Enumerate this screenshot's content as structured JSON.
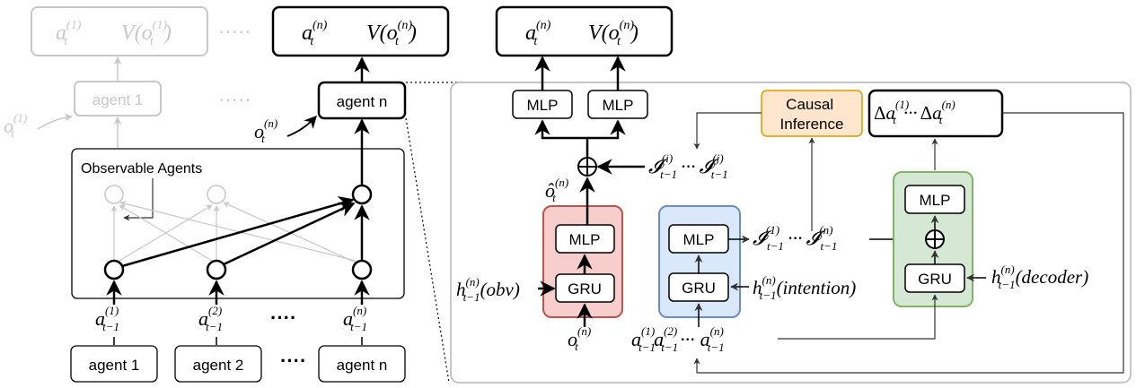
{
  "colors": {
    "stroke": "#000000",
    "faded": "#c8c8c8",
    "panel_border": "#b3b3b3",
    "red_fill": "#f8cecc",
    "red_stroke": "#b85450",
    "blue_fill": "#dae8fc",
    "blue_stroke": "#6c8ebf",
    "green_fill": "#d5e8d4",
    "green_stroke": "#82b366",
    "orange_fill": "#ffe6cc",
    "orange_stroke": "#d79b00"
  },
  "left": {
    "faded_output": {
      "action": "a",
      "action_sup": "(1)",
      "action_sub": "t",
      "value": "V(o",
      "value_sup": "(1)",
      "value_sub": "t",
      "value_close": ")"
    },
    "faded_agent_label": "agent 1",
    "faded_obs": {
      "base": "o",
      "sup": "(1)",
      "sub": "t"
    },
    "dashes": "·····",
    "output_n": {
      "action": "a",
      "action_sup": "(n)",
      "action_sub": "t",
      "value": "V(o",
      "value_sup": "(n)",
      "value_sub": "t",
      "value_close": ")"
    },
    "agent_n_label": "agent n",
    "obs_n": {
      "base": "o",
      "sup": "(n)",
      "sub": "t"
    },
    "observable_title": "Observable Agents",
    "inputs": [
      {
        "base": "a",
        "sup": "(1)",
        "sub": "t−1"
      },
      {
        "base": "a",
        "sup": "(2)",
        "sub": "t−1"
      },
      {
        "base": "a",
        "sup": "(n)",
        "sub": "t−1"
      }
    ],
    "input_dots": "····",
    "bottom_agents": [
      "agent 1",
      "agent 2",
      "agent n"
    ],
    "bottom_dots": "····"
  },
  "right": {
    "output": {
      "action": "a",
      "action_sup": "(n)",
      "action_sub": "t",
      "value": "V(o",
      "value_sup": "(n)",
      "value_sub": "t",
      "value_close": ")"
    },
    "mlp_left": "MLP",
    "mlp_right": "MLP",
    "causal_inference": [
      "Causal",
      "Inference"
    ],
    "delta_actions": {
      "delta": "Δ",
      "base": "a",
      "sup1": "(1)",
      "supn": "(n)",
      "sub": "t",
      "dots": "···"
    },
    "intent_select": {
      "base": "𝓘",
      "sup_i": "(i)",
      "sup_j": "(j)",
      "sub": "t−1",
      "dots": "···"
    },
    "ohat": {
      "base": "ô",
      "sup": "(n)",
      "sub": "t"
    },
    "red_block": {
      "mlp": "MLP",
      "gru": "GRU"
    },
    "blue_block": {
      "mlp": "MLP",
      "gru": "GRU"
    },
    "green_block": {
      "mlp": "MLP",
      "gru": "GRU"
    },
    "intent_all": {
      "base": "𝓘",
      "sup1": "(1)",
      "supn": "(n)",
      "sub": "t−1",
      "dots": "···"
    },
    "h_obv": {
      "base": "h",
      "sup": "(n)",
      "sub": "t−1",
      "arg": "(obv)"
    },
    "h_intention": {
      "base": "h",
      "sup": "(n)",
      "sub": "t−1",
      "arg": "(intention)"
    },
    "h_decoder": {
      "base": "h",
      "sup": "(n)",
      "sub": "t−1",
      "arg": "(decoder)"
    },
    "obs_in": {
      "base": "o",
      "sup": "(n)",
      "sub": "t"
    },
    "actions_in": {
      "base": "a",
      "sup1": "(1)",
      "sup2": "(2)",
      "supn": "(n)",
      "sub": "t−1",
      "dots": "···"
    }
  }
}
